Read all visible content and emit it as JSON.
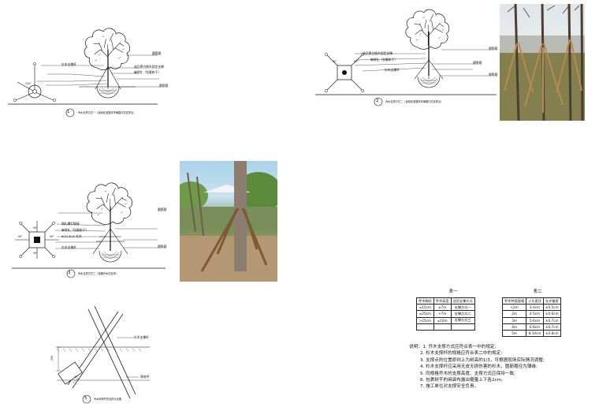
{
  "detail1": {
    "number": "1",
    "caption": "乔木支撑方式一（适用在道路非车辆路口的支撑点）",
    "labels": [
      "圆筋箍",
      "杉木支撑杆",
      "成品黑白细木固定支撑",
      "麻袋扎（包裹树干）",
      "圆筋箍"
    ]
  },
  "detail2": {
    "number": "2",
    "caption": "乔木支撑方式二（适用在道路非车辆路口的支撑点）",
    "labels": [
      "圆筋箍",
      "成品黑白细木固定支撑",
      "麻袋扎（包裹树干）",
      "圆筋箍",
      "杉木支撑杆",
      "圆筋箍"
    ],
    "angle": "90°"
  },
  "detail3": {
    "number": "3",
    "caption": "乔木支撑方式三（单棵乔木的支撑）",
    "labels": [
      "圆筋箍",
      "钢扎螺钉铆接",
      "麻袋扎（包裹树干）",
      "Φ12-Φ15 杉木",
      "杉木支撑杆",
      "圆筋箍"
    ],
    "angle": "90°"
  },
  "detail5": {
    "number": "5",
    "caption": "乔木斜撑杆的支撑示意图",
    "labels": [
      "杉木支撑杆",
      "原地坪"
    ],
    "dims": [
      "250",
      "45°"
    ]
  },
  "table1": {
    "title": "表一",
    "headers": [
      "乔木胸径",
      "乔木高度",
      "适用支撑方式"
    ],
    "rows": [
      [
        "≤15cm",
        "≤7m",
        "支撑方式一"
      ],
      [
        "≤25cm",
        ">7m",
        "支撑方式二"
      ],
      [
        ">25cm",
        "≤10m",
        "支撑方式三"
      ]
    ]
  },
  "table2": {
    "title": "表二",
    "headers": [
      "乔木种类规格",
      "小头直径",
      "允许偏差"
    ],
    "rows": [
      [
        "<2m",
        "3-4cm",
        "±0.5cm"
      ],
      [
        "2m",
        "4-5cm",
        "±0.6cm"
      ],
      [
        "3m",
        "5-6cm",
        "±0.7cm"
      ],
      [
        "4m",
        "6-8cm",
        "±0.7cm"
      ],
      [
        "5m",
        "8-10cm",
        "±0.8cm"
      ]
    ]
  },
  "notes": {
    "heading": "说明：",
    "items": [
      "1. 乔木支撑方式应符合表一中的规定;",
      "2. 杉木支撑杆的规格应符合表二中的规定;",
      "3. 支撑点的位置原则上为树高的1/3，可根据现场实际情况调整;",
      "4. 杉木支撑杆应采用无皮无损伤害的杉木，圆筋箍径为薄缘;",
      "5. 同规格乔木的支撑高度、支撑方式应保持一致;",
      "6. 包裹树干的麻袋布露出箍量上下各2cm;",
      "7. 施工单位对支撑安全负责。"
    ]
  }
}
